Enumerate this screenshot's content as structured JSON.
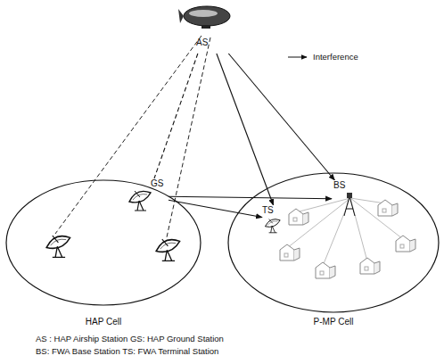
{
  "diagram": {
    "nodes": [
      {
        "text": [
          "AS"
        ]
      },
      {
        "text": [
          "HAP Cell"
        ]
      },
      {
        "text": [
          "GS"
        ],
        "in": 1
      },
      {
        "text": [
          "P-MP Cell"
        ]
      },
      {
        "text": [
          "TS"
        ],
        "in": 3
      },
      {
        "text": [
          "BS"
        ],
        "in": 3
      }
    ],
    "edges": [
      {
        "from": 0,
        "to": 2,
        "arrow": "none"
      },
      {
        "from": 0,
        "to": 4,
        "arrow": "to"
      },
      {
        "from": 0,
        "to": 5,
        "arrow": "to"
      },
      {
        "from": 2,
        "to": 4,
        "arrow": "to"
      },
      {
        "from": 2,
        "to": 5,
        "arrow": "to"
      }
    ],
    "labels": [
      "AS : HAP Airship Station   GS: HAP Ground Station",
      "BS: FWA Base Station   TS: FWA Terminal Station"
    ],
    "legend": [
      {
        "text": "Interference"
      }
    ]
  }
}
